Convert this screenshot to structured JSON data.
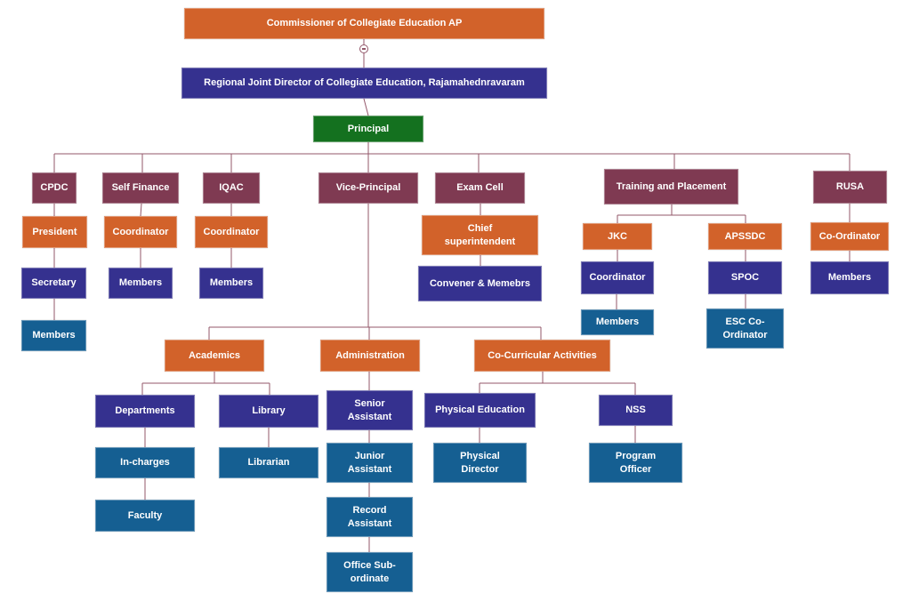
{
  "colors": {
    "orange": "#d2622a",
    "indigo": "#35318f",
    "maroon": "#7f3a52",
    "green": "#14711f",
    "blue": "#155f92",
    "connector": "#93576a"
  },
  "toggle_icon": "collapse-minus-icon",
  "nodes": {
    "commissioner": "Commissioner of Collegiate Education AP",
    "rjd": "Regional Joint Director of Collegiate Education, Rajamahednravaram",
    "principal": "Principal",
    "cpdc": "CPDC",
    "cpdc_president": "President",
    "cpdc_secretary": "Secretary",
    "cpdc_members": "Members",
    "self_finance": "Self Finance",
    "sf_coordinator": "Coordinator",
    "sf_members": "Members",
    "iqac": "IQAC",
    "iqac_coordinator": "Coordinator",
    "iqac_members": "Members",
    "vice_principal": "Vice-Principal",
    "exam_cell": "Exam Cell",
    "chief_superintendent": "Chief superintendent",
    "convener_members": "Convener & Memebrs",
    "training_placement": "Training and Placement",
    "jkc": "JKC",
    "jkc_coordinator": "Coordinator",
    "jkc_members": "Members",
    "apssdc": "APSSDC",
    "spoc": "SPOC",
    "esc_coordinator": "ESC Co-Ordinator",
    "rusa": "RUSA",
    "rusa_coordinator": "Co-Ordinator",
    "rusa_members": "Members",
    "academics": "Academics",
    "departments": "Departments",
    "in_charges": "In-charges",
    "faculty": "Faculty",
    "library": "Library",
    "librarian": "Librarian",
    "administration": "Administration",
    "senior_assistant": "Senior Assistant",
    "junior_assistant": "Junior Assistant",
    "record_assistant": "Record Assistant",
    "office_subordinate": "Office Sub-ordinate",
    "co_curricular": "Co-Curricular Activities",
    "physical_education": "Physical Education",
    "physical_director": "Physical Director",
    "nss": "NSS",
    "program_officer": "Program Officer"
  }
}
